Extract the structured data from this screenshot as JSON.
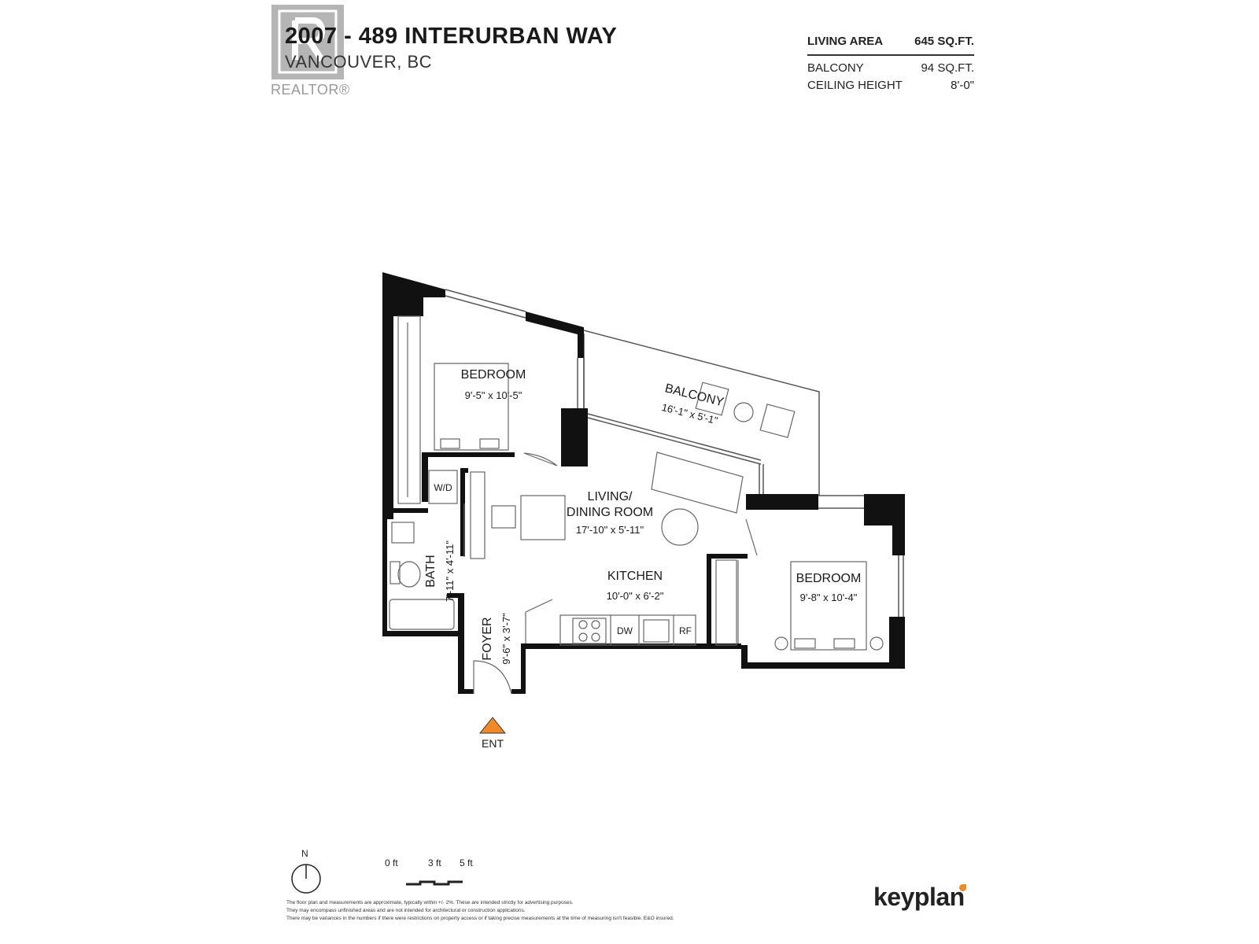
{
  "header": {
    "address": "2007 - 489 INTERURBAN WAY",
    "city": "VANCOUVER, BC",
    "watermark": "REALTOR®"
  },
  "stats": [
    {
      "label": "LIVING AREA",
      "value": "645 SQ.FT."
    },
    {
      "label": "BALCONY",
      "value": "94 SQ.FT."
    },
    {
      "label": "CEILING HEIGHT",
      "value": "8'-0\""
    }
  ],
  "rooms": {
    "bedroom1": {
      "name": "BEDROOM",
      "dims": "9'-5\"  x  10'-5\""
    },
    "balcony": {
      "name": "BALCONY",
      "dims": "16'-1\"  x  5'-1\""
    },
    "living": {
      "name1": "LIVING/",
      "name2": "DINING ROOM",
      "dims": "17'-10\"  x  5'-11\""
    },
    "kitchen": {
      "name": "KITCHEN",
      "dims": "10'-0\"  x  6'-2\""
    },
    "bedroom2": {
      "name": "BEDROOM",
      "dims": "9'-8\"  x  10'-4\""
    },
    "bath": {
      "name": "BATH",
      "dims": "7'-11\"  x  4'-11\""
    },
    "foyer": {
      "name": "FOYER",
      "dims": "9'-6\"  x  3'-7\""
    },
    "wd": "W/D",
    "dw": "DW",
    "rf": "RF",
    "entry": "ENT"
  },
  "colors": {
    "wall": "#111111",
    "entry_marker": "#f08a24",
    "line": "#555555"
  },
  "compass": {
    "label": "N"
  },
  "scale": {
    "labels": [
      "0 ft",
      "3 ft",
      "5 ft"
    ]
  },
  "disclaimer": [
    "The floor plan and measurements are approximate, typically within +/- 2%. These are intended strictly for advertising purposes.",
    "They may encompass unfinished areas and are not intended for architectural or construction applications.",
    "There may be variances in the numbers if there were restrictions on property access or if taking precise measurements at the time of measuring isn't feasible. E&O insured."
  ],
  "brand": "keyplan"
}
